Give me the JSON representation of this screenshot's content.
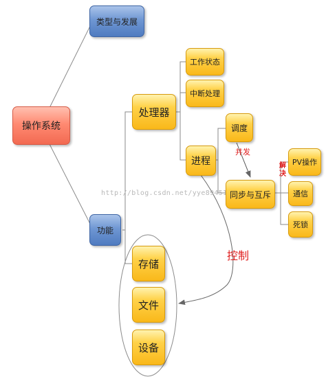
{
  "nodes": {
    "root": "操作系统",
    "history": "类型与发展",
    "function": "功能",
    "processor": "处理器",
    "work_state": "工作状态",
    "interrupt": "中断处理",
    "process": "进程",
    "schedule": "调度",
    "sync": "同步与互斥",
    "pv": "PV操作",
    "comm": "通信",
    "deadlock": "死锁",
    "storage": "存储",
    "file": "文件",
    "device": "设备"
  },
  "labels": {
    "concurrent": "并发",
    "solve": "解决",
    "control": "控制"
  },
  "watermark": "http://blog.csdn.net/yye8945178",
  "colors": {
    "orange": "#f9b81a",
    "blue": "#5b86c8",
    "red_root": "#f5735a",
    "label_red": "#e02020",
    "line": "#7f7f7f"
  }
}
